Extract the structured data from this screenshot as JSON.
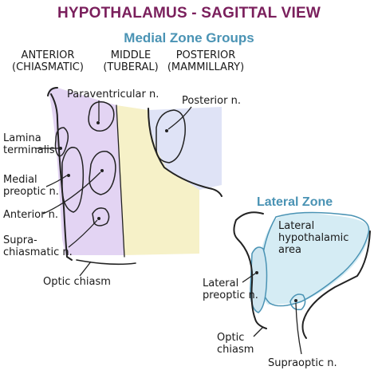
{
  "title": "HYPOTHALAMUS - SAGITTAL VIEW",
  "subtitle": "Medial Zone Groups",
  "columns": {
    "anterior": [
      "ANTERIOR",
      "(CHIASMATIC)"
    ],
    "middle": [
      "MIDDLE",
      "(TUBERAL)"
    ],
    "posterior": [
      "POSTERIOR",
      "(MAMMILLARY)"
    ]
  },
  "medial_labels": {
    "paraventricular": "Paraventricular n.",
    "posterior": "Posterior n.",
    "lamina": [
      "Lamina",
      "terminalis"
    ],
    "medial_preoptic": [
      "Medial",
      "preoptic n."
    ],
    "anterior": "Anterior n.",
    "suprachiasmatic": [
      "Supra-",
      "chiasmatic n."
    ],
    "optic_chiasm": "Optic chiasm"
  },
  "lateral_zone": {
    "title": "Lateral Zone",
    "lateral_hypothalamic": [
      "Lateral",
      "hypothalamic",
      "area"
    ],
    "lateral_preoptic": [
      "Lateral",
      "preoptic n."
    ],
    "optic_chiasm": [
      "Optic",
      "chiasm"
    ],
    "supraoptic": "Supraoptic n."
  },
  "colors": {
    "title": "#7a1f5c",
    "subtitle": "#4a93b4",
    "anterior_zone": "#e3d4f3",
    "middle_zone": "#f6f1c8",
    "posterior_zone": "#dfe3f6",
    "lateral_zone": "#d5ecf4"
  }
}
